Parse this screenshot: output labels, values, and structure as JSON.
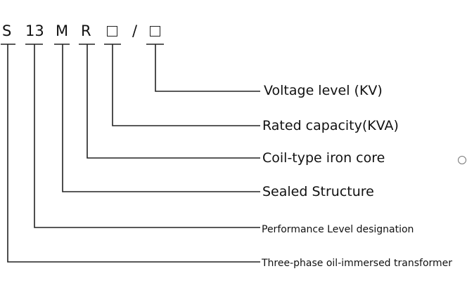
{
  "model_code": {
    "letters": [
      "S",
      "13",
      "M",
      "R",
      "/"
    ]
  },
  "labels": {
    "voltage_level": "Voltage level (KV)",
    "rated_capacity": "Rated capacity(KVA)",
    "coil_type": "Coil-type iron core",
    "sealed_structure": "Sealed Structure",
    "performance_level": "Performance Level designation",
    "three_phase": "Three-phase oil-immersed transformer"
  },
  "colors": {
    "line": "#222222",
    "text": "#111111"
  }
}
